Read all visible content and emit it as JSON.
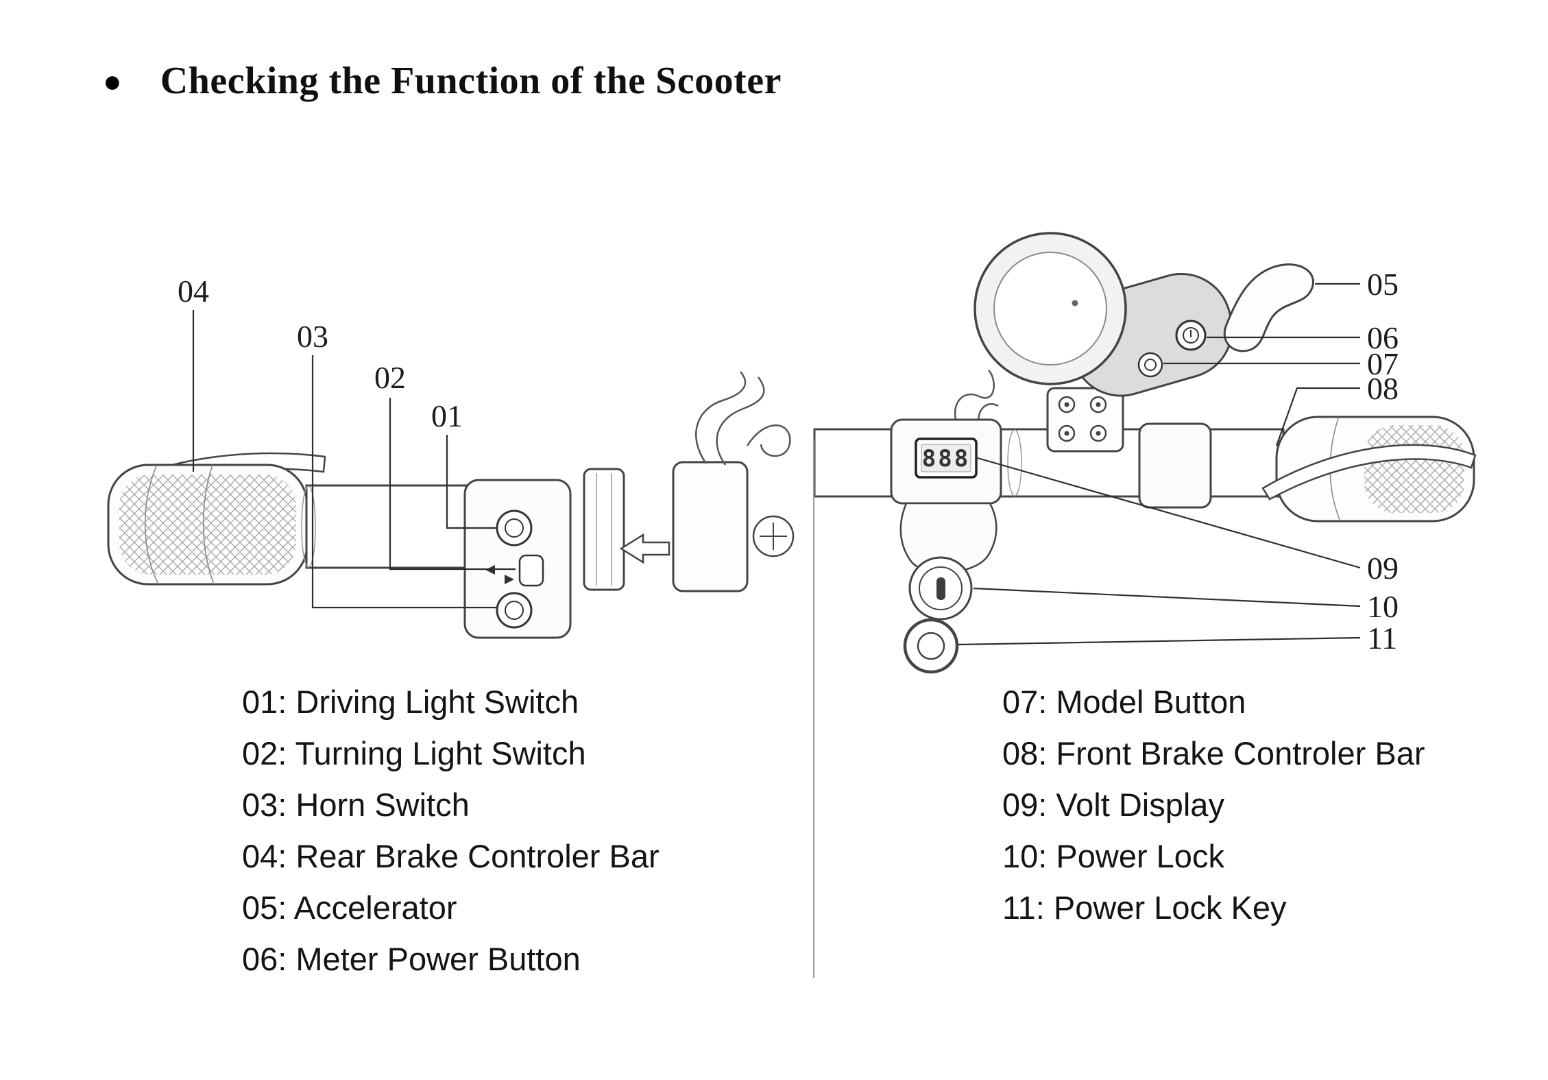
{
  "page": {
    "bullet_icon": "●",
    "title": "Checking the Function of the Scooter"
  },
  "diagram": {
    "volt_display_text": "888",
    "callouts": {
      "c01": "01",
      "c02": "02",
      "c03": "03",
      "c04": "04",
      "c05": "05",
      "c06": "06",
      "c07": "07",
      "c08": "08",
      "c09": "09",
      "c10": "10",
      "c11": "11"
    }
  },
  "legend": {
    "left": [
      "01: Driving Light Switch",
      "02: Turning Light Switch",
      "03: Horn Switch",
      "04: Rear Brake Controler Bar",
      "05: Accelerator",
      "06: Meter Power Button"
    ],
    "right": [
      "07: Model Button",
      "08: Front Brake Controler Bar",
      "09: Volt Display",
      "10: Power Lock",
      "11: Power Lock Key"
    ]
  }
}
